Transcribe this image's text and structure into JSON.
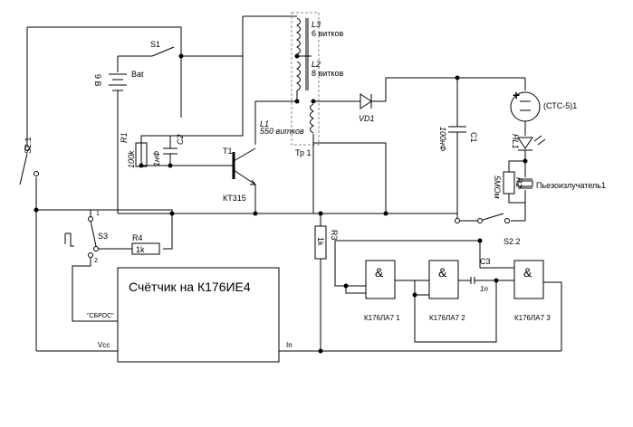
{
  "labels": {
    "s1": "S1",
    "bat": "Bat",
    "bat_voltage": "9 В",
    "s2_1": "S2.1",
    "s2_2": "S2.2",
    "s3": "S3",
    "sw_1": "1",
    "sw_2": "2",
    "r1": "R1",
    "r1_value": "100k",
    "c2": "C2",
    "c2_value": "1нФ",
    "t1": "T1",
    "t1_type": "КТ315",
    "l1": "L1",
    "l1_turns": "550 витков",
    "l2": "L2",
    "l2_turns": "8 витков",
    "l3": "L3",
    "l3_turns": "6 витков",
    "tr1": "Тр 1",
    "vd1": "VD1",
    "c1": "C1",
    "c1_value": "100нФ",
    "tube": "(СТС-5)1",
    "tube_plus": "+",
    "hl1": "HL1",
    "r2": "R2",
    "r2_value": "5МОм",
    "piezo": "Пьезоизлучатель1",
    "r3": "R3",
    "r3_value": "1k",
    "r4": "R4",
    "r4_value": "1k",
    "counter": "Счётчик на К176ИЕ4",
    "reset": "\"СБРОС\"",
    "vcc": "Vcc",
    "in": "In",
    "gate_symbol": "&",
    "gate1": "К176ЛА7  1",
    "gate2": "К176ЛА7  2",
    "gate3": "К176ЛА7  3",
    "c3": "C3",
    "c3_value": "1n"
  }
}
